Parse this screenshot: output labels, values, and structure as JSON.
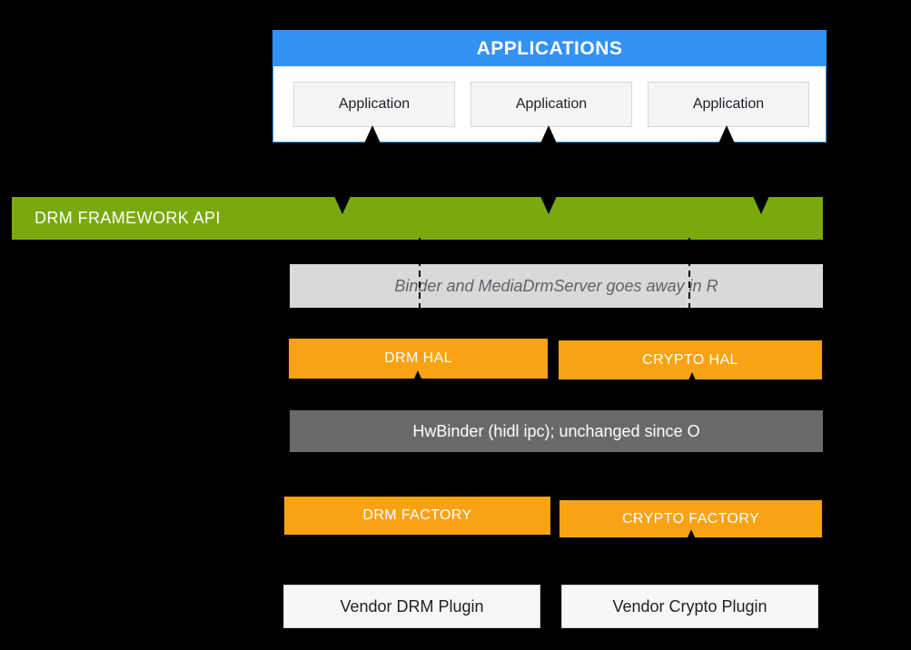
{
  "colors": {
    "background": "#000000",
    "blue": "#3292f5",
    "green": "#7aa90e",
    "orange": "#f9a314",
    "light_gray": "#d9d9d9",
    "dark_gray": "#696969",
    "box_fill": "#f5f5f7",
    "box_border": "#d7d7d7",
    "text_dark": "#202124",
    "text_muted": "#5f6368",
    "arrow": "#000000"
  },
  "applications": {
    "header": "APPLICATIONS",
    "items": [
      "Application",
      "Application",
      "Application"
    ]
  },
  "framework": {
    "label": "DRM FRAMEWORK API"
  },
  "binder_note": {
    "label": "Binder and MediaDrmServer goes away in R"
  },
  "hal": {
    "drm": "DRM HAL",
    "crypto": "CRYPTO HAL"
  },
  "hwbinder": {
    "label": "HwBinder (hidl ipc); unchanged since O"
  },
  "factory": {
    "drm": "DRM FACTORY",
    "crypto": "CRYPTO FACTORY"
  },
  "vendor": {
    "drm": "Vendor DRM Plugin",
    "crypto": "Vendor Crypto Plugin"
  }
}
